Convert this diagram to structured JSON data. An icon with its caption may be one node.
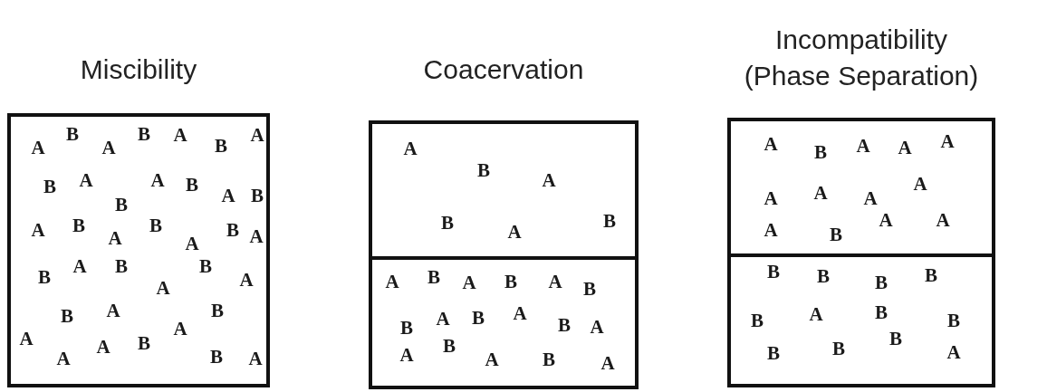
{
  "diagram": {
    "nodes": [
      {
        "text": [
          "Miscibility",
          "A",
          "B",
          "A",
          "B",
          "A",
          "B",
          "A",
          "B",
          "A",
          "A",
          "B",
          "A",
          "B",
          "B",
          "A",
          "B",
          "A",
          "B",
          "A",
          "B",
          "A",
          "B",
          "A",
          "B",
          "B",
          "A",
          "A",
          "B",
          "A",
          "B",
          "A",
          "A",
          "A",
          "A",
          "B",
          "B",
          "A"
        ]
      },
      {
        "text": [
          "Coacervation"
        ]
      },
      {
        "text": [
          "A",
          "B",
          "A",
          "B",
          "A",
          "B"
        ],
        "in": 1
      },
      {
        "text": [
          "A",
          "B",
          "A",
          "B",
          "A",
          "B",
          "B",
          "A",
          "B",
          "A",
          "B",
          "A",
          "A",
          "B",
          "A",
          "B",
          "A"
        ],
        "in": 1
      },
      {
        "text": [
          "Incompatibility (Phase Separation)"
        ]
      },
      {
        "text": [
          "A",
          "B",
          "A",
          "A",
          "A",
          "A",
          "A",
          "A",
          "A",
          "A",
          "A",
          "A",
          "B"
        ],
        "in": 4
      },
      {
        "text": [
          "B",
          "B",
          "B",
          "B",
          "B",
          "A",
          "B",
          "B",
          "B",
          "B",
          "B",
          "A"
        ],
        "in": 4
      }
    ]
  }
}
